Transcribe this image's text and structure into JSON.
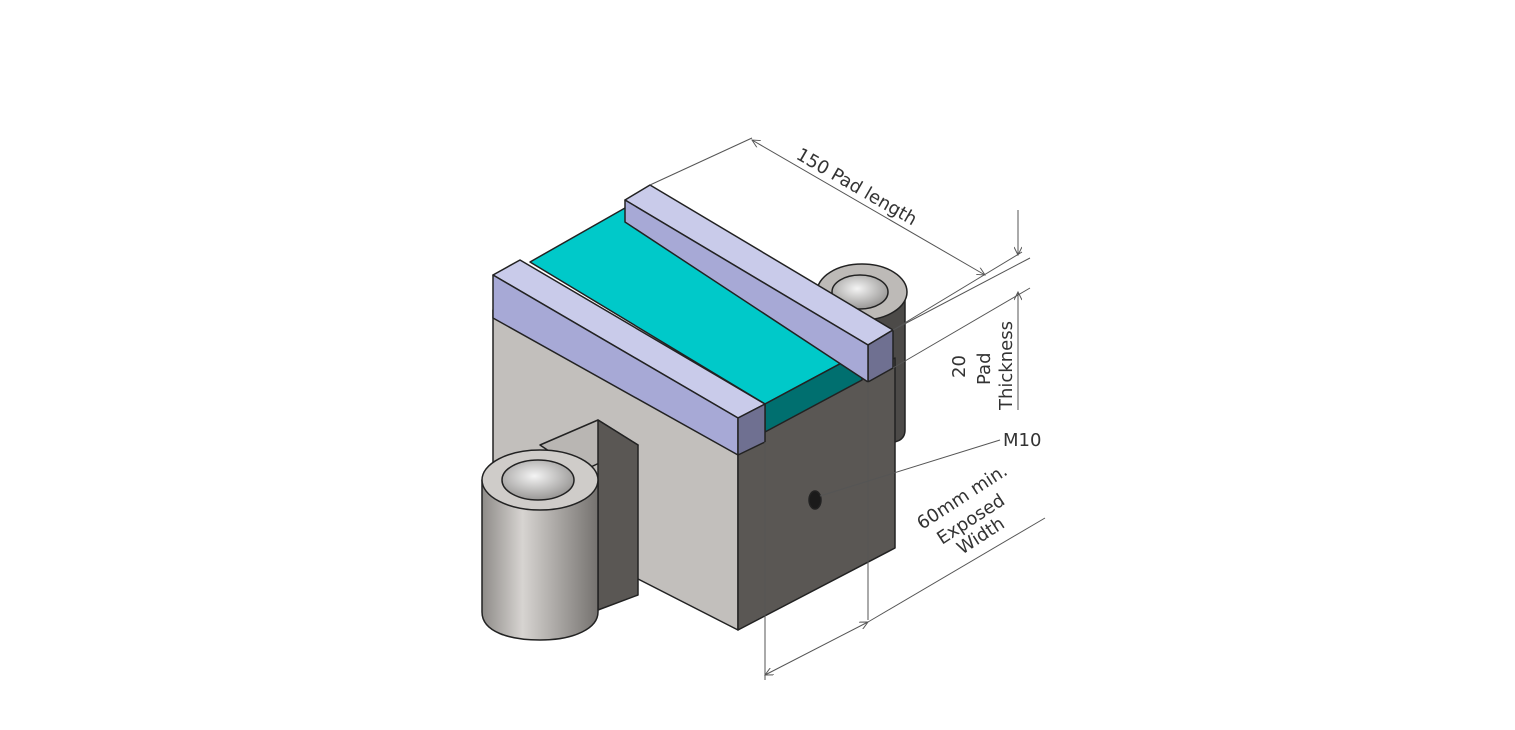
{
  "diagram": {
    "labels": {
      "pad_length": "150 Pad length",
      "thickness_value": "20",
      "thickness_pad": "Pad",
      "thickness_word": "Thickness",
      "thread": "M10",
      "width_min": "60mm min.",
      "width_exposed": "Exposed",
      "width_word": "Width"
    },
    "colors": {
      "pad_top": "#00C9C9",
      "pad_front": "#006F6F",
      "rail": "#A7A9D6",
      "body_light": "#C2BFBC",
      "body_dark": "#5A5754",
      "dimension_line": "#555555"
    }
  }
}
